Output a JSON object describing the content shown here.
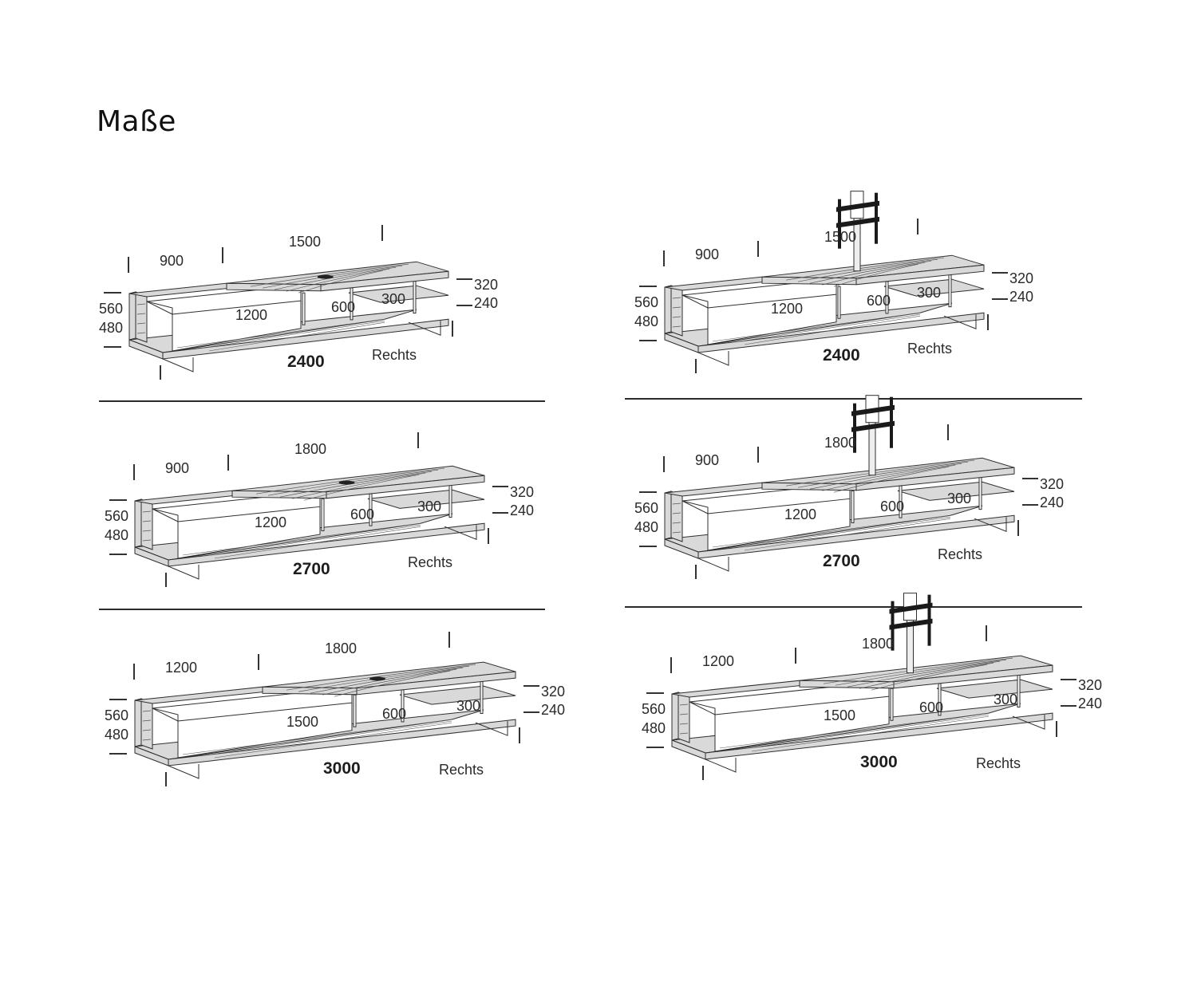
{
  "page": {
    "title": "Maße"
  },
  "colors": {
    "wood": "#d9d9d9",
    "wood_grain": "#555555",
    "line": "#2f2f2f",
    "box": "#ffffff",
    "mount": "#1a1a1a",
    "divider": "#2b2b2b"
  },
  "variants": [
    {
      "id": "left-2400",
      "total_width": "2400",
      "left_module": "900",
      "right_module": "1500",
      "box_width": "1200",
      "shelf_width": "600",
      "shelf_depth": "300",
      "height_top": "320",
      "height_shelf": "240",
      "height_outer": "560",
      "height_inner": "480",
      "orientation": "Rechts",
      "tv_mount": false
    },
    {
      "id": "left-2700",
      "total_width": "2700",
      "left_module": "900",
      "right_module": "1800",
      "box_width": "1200",
      "shelf_width": "600",
      "shelf_depth": "300",
      "height_top": "320",
      "height_shelf": "240",
      "height_outer": "560",
      "height_inner": "480",
      "orientation": "Rechts",
      "tv_mount": false
    },
    {
      "id": "left-3000",
      "total_width": "3000",
      "left_module": "1200",
      "right_module": "1800",
      "box_width": "1500",
      "shelf_width": "600",
      "shelf_depth": "300",
      "height_top": "320",
      "height_shelf": "240",
      "height_outer": "560",
      "height_inner": "480",
      "orientation": "Rechts",
      "tv_mount": false
    },
    {
      "id": "right-2400",
      "total_width": "2400",
      "left_module": "900",
      "right_module": "1500",
      "box_width": "1200",
      "shelf_width": "600",
      "shelf_depth": "300",
      "height_top": "320",
      "height_shelf": "240",
      "height_outer": "560",
      "height_inner": "480",
      "orientation": "Rechts",
      "tv_mount": true
    },
    {
      "id": "right-2700",
      "total_width": "2700",
      "left_module": "900",
      "right_module": "1800",
      "box_width": "1200",
      "shelf_width": "600",
      "shelf_depth": "300",
      "height_top": "320",
      "height_shelf": "240",
      "height_outer": "560",
      "height_inner": "480",
      "orientation": "Rechts",
      "tv_mount": true
    },
    {
      "id": "right-3000",
      "total_width": "3000",
      "left_module": "1200",
      "right_module": "1800",
      "box_width": "1500",
      "shelf_width": "600",
      "shelf_depth": "300",
      "height_top": "320",
      "height_shelf": "240",
      "height_outer": "560",
      "height_inner": "480",
      "orientation": "Rechts",
      "tv_mount": true
    }
  ]
}
